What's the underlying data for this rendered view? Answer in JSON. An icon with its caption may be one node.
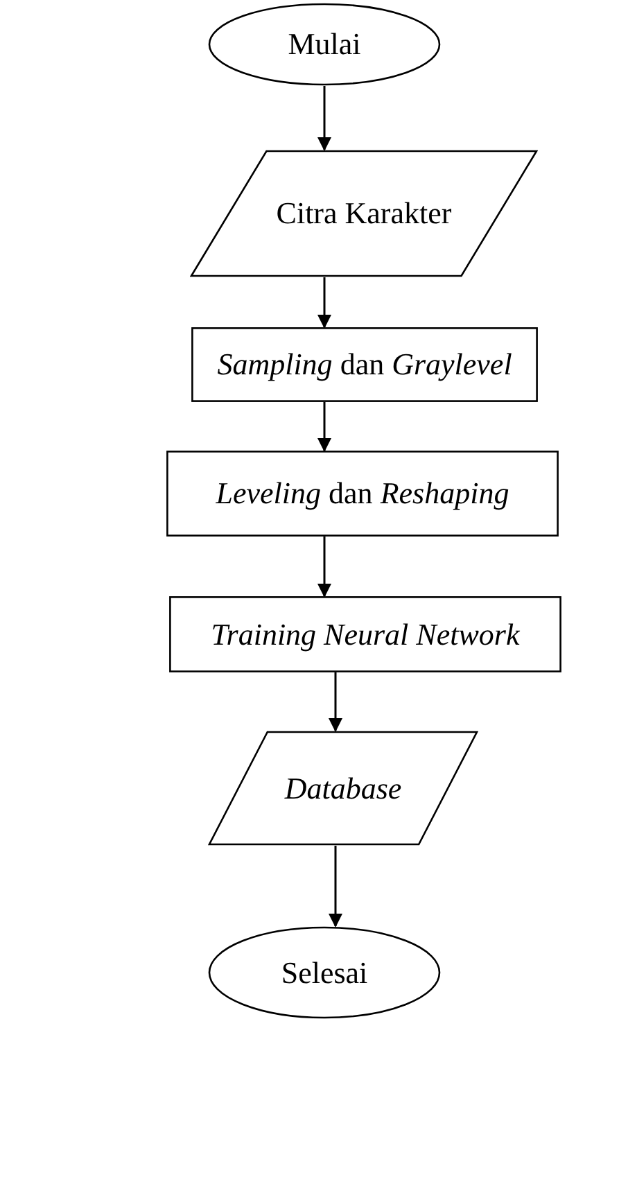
{
  "diagram": {
    "nodes": [
      {
        "text": [
          "Mulai"
        ]
      },
      {
        "text": [
          "Citra Karakter"
        ]
      },
      {
        "text": [
          "*Sampling* dan *Graylevel*"
        ]
      },
      {
        "text": [
          "*Leveling* dan *Reshaping*"
        ]
      },
      {
        "text": [
          "Training Neural Network"
        ]
      },
      {
        "text": [
          "Database"
        ]
      },
      {
        "text": [
          "Selesai"
        ]
      }
    ],
    "edges": [
      {
        "from": 0,
        "to": 1,
        "arrow": "to"
      },
      {
        "from": 1,
        "to": 2,
        "arrow": "to"
      },
      {
        "from": 2,
        "to": 3,
        "arrow": "to"
      },
      {
        "from": 3,
        "to": 4,
        "arrow": "to"
      },
      {
        "from": 4,
        "to": 5,
        "arrow": "to"
      },
      {
        "from": 5,
        "to": 6,
        "arrow": "to"
      }
    ]
  }
}
